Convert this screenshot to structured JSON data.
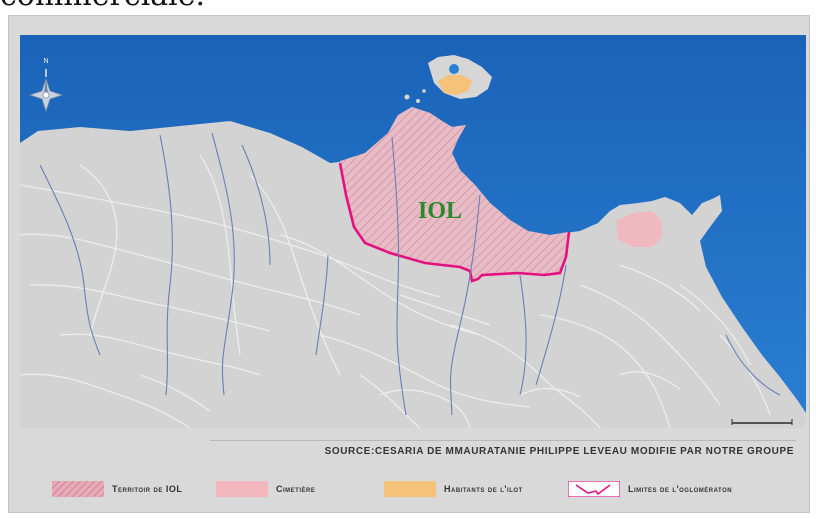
{
  "page_caption_fragment": "commerciale.",
  "map": {
    "place_label": "IOL",
    "compass_letter": "N",
    "colors": {
      "sea": "#1f6fc6",
      "land": "#d3d3d3",
      "territory_fill": "#eab9c4",
      "boundary": "#e3127f",
      "cemetery": "#f2b8be",
      "islet_inhabitants": "#f5c27a",
      "rivers": "#6a7fb8",
      "contours": "#ececec",
      "label_green": "#2c8a2c"
    }
  },
  "source_text": "SOURCE:CESARIA DE MMAURATANIE PHILIPPE LEVEAU   MODIFIE PAR NOTRE GROUPE",
  "legend": [
    {
      "label": "Territoir de IOL",
      "swatch": "hatched-territory"
    },
    {
      "label": "Cimetière",
      "swatch": "cemetery"
    },
    {
      "label": "Habitants de l'ilot",
      "swatch": "islet-inhabitants"
    },
    {
      "label": "Limites de l'oglomératon",
      "swatch": "boundary-line"
    }
  ]
}
